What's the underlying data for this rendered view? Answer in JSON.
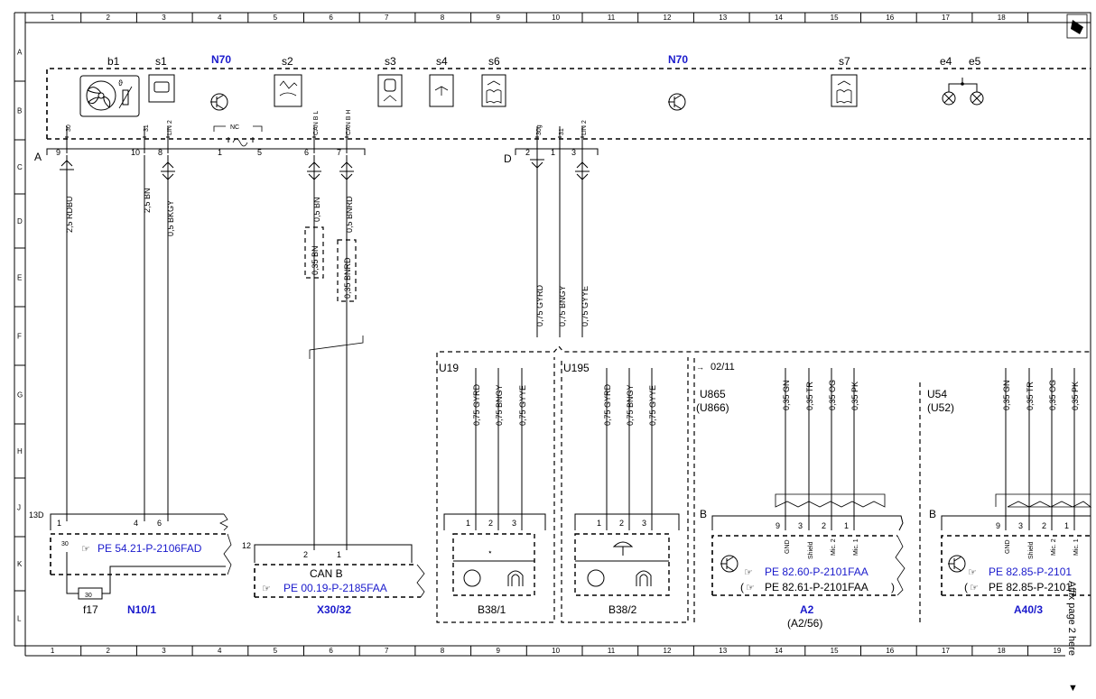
{
  "grid": {
    "columns": [
      "1",
      "2",
      "3",
      "4",
      "5",
      "6",
      "7",
      "8",
      "9",
      "10",
      "11",
      "12",
      "13",
      "14",
      "15",
      "16",
      "17",
      "18",
      "19"
    ],
    "rows": [
      "A",
      "B",
      "C",
      "D",
      "E",
      "F",
      "G",
      "H",
      "J",
      "K",
      "L"
    ]
  },
  "top_components": {
    "b1": "b1",
    "s1": "s1",
    "n70_left": "N70",
    "s2": "s2",
    "s3": "s3",
    "s4": "s4",
    "s6": "s6",
    "n70_right": "N70",
    "s7": "s7",
    "e4": "e4",
    "e5": "e5"
  },
  "connector_a": {
    "label": "A",
    "pins": [
      {
        "num": "9",
        "name": "30"
      },
      {
        "num": "10",
        "name": "31"
      },
      {
        "num": "8",
        "name": "LIN 2"
      },
      {
        "num": "1",
        "name": ""
      },
      {
        "num": "5",
        "name": ""
      },
      {
        "num": "6",
        "name": "CAN B L"
      },
      {
        "num": "7",
        "name": "CAN B H"
      }
    ],
    "nc_label": "NC"
  },
  "connector_d": {
    "label": "D",
    "pins": [
      {
        "num": "2",
        "name": "30g"
      },
      {
        "num": "1",
        "name": "31"
      },
      {
        "num": "3",
        "name": "LIN 2"
      }
    ]
  },
  "wires": {
    "rdbu": "2,5 RDBU",
    "bn": "2,5 BN",
    "bkgy": "0,5 BKGY",
    "can_bn": "0,5 BN",
    "can_bnrd": "0,5 BNRD",
    "can_bn_035": "0,35 BN",
    "can_bnrd_035": "0,35 BNRD",
    "gyrd": "0,75 GYRD",
    "bngy": "0,75 BNGY",
    "gyye": "0,75 GYYE",
    "gn": "0,35 GN",
    "tr": "0,35 TR",
    "og": "0,35 OG",
    "pk": "0,35 PK"
  },
  "n10_1": {
    "connector": "13D",
    "pins": [
      "1",
      "4",
      "6"
    ],
    "pin30": "30",
    "ref": "PE 54.21-P-2106FAD",
    "name": "N10/1",
    "fuse_value": "30",
    "fuse_name": "f17"
  },
  "x30_32": {
    "connector": "12",
    "pins": [
      "2",
      "1"
    ],
    "title": "CAN B",
    "ref": "PE 00.19-P-2185FAA",
    "name": "X30/32"
  },
  "u19": {
    "label": "U19",
    "pins": [
      "1",
      "2",
      "3"
    ],
    "name": "B38/1"
  },
  "u195": {
    "label": "U195",
    "pins": [
      "1",
      "2",
      "3"
    ],
    "name": "B38/2"
  },
  "u865": {
    "page_ref": "02/11",
    "label": "U865",
    "label2": "(U866)",
    "conn": "B",
    "pins": [
      "9",
      "3",
      "2",
      "1"
    ],
    "pin_names": [
      "GND",
      "Shield",
      "Mic. 2",
      "Mic. 1"
    ],
    "ref1": "PE 82.60-P-2101FAA",
    "ref2": "PE 82.61-P-2101FAA",
    "name": "A2",
    "name2": "(A2/56)"
  },
  "u54": {
    "label": "U54",
    "label2": "(U52)",
    "conn": "B",
    "pins": [
      "9",
      "3",
      "2",
      "1"
    ],
    "pin_names": [
      "GND",
      "Shield",
      "Mic. 2",
      "Mic. 1"
    ],
    "ref1": "PE 82.85-P-2101",
    "ref2": "PE 82.85-P-2101",
    "name": "A40/3"
  },
  "corner_note": "Affix page 2 here",
  "corner_arrow": "▼",
  "colors": {
    "component_name": "#1a1acc",
    "line": "#000000"
  }
}
